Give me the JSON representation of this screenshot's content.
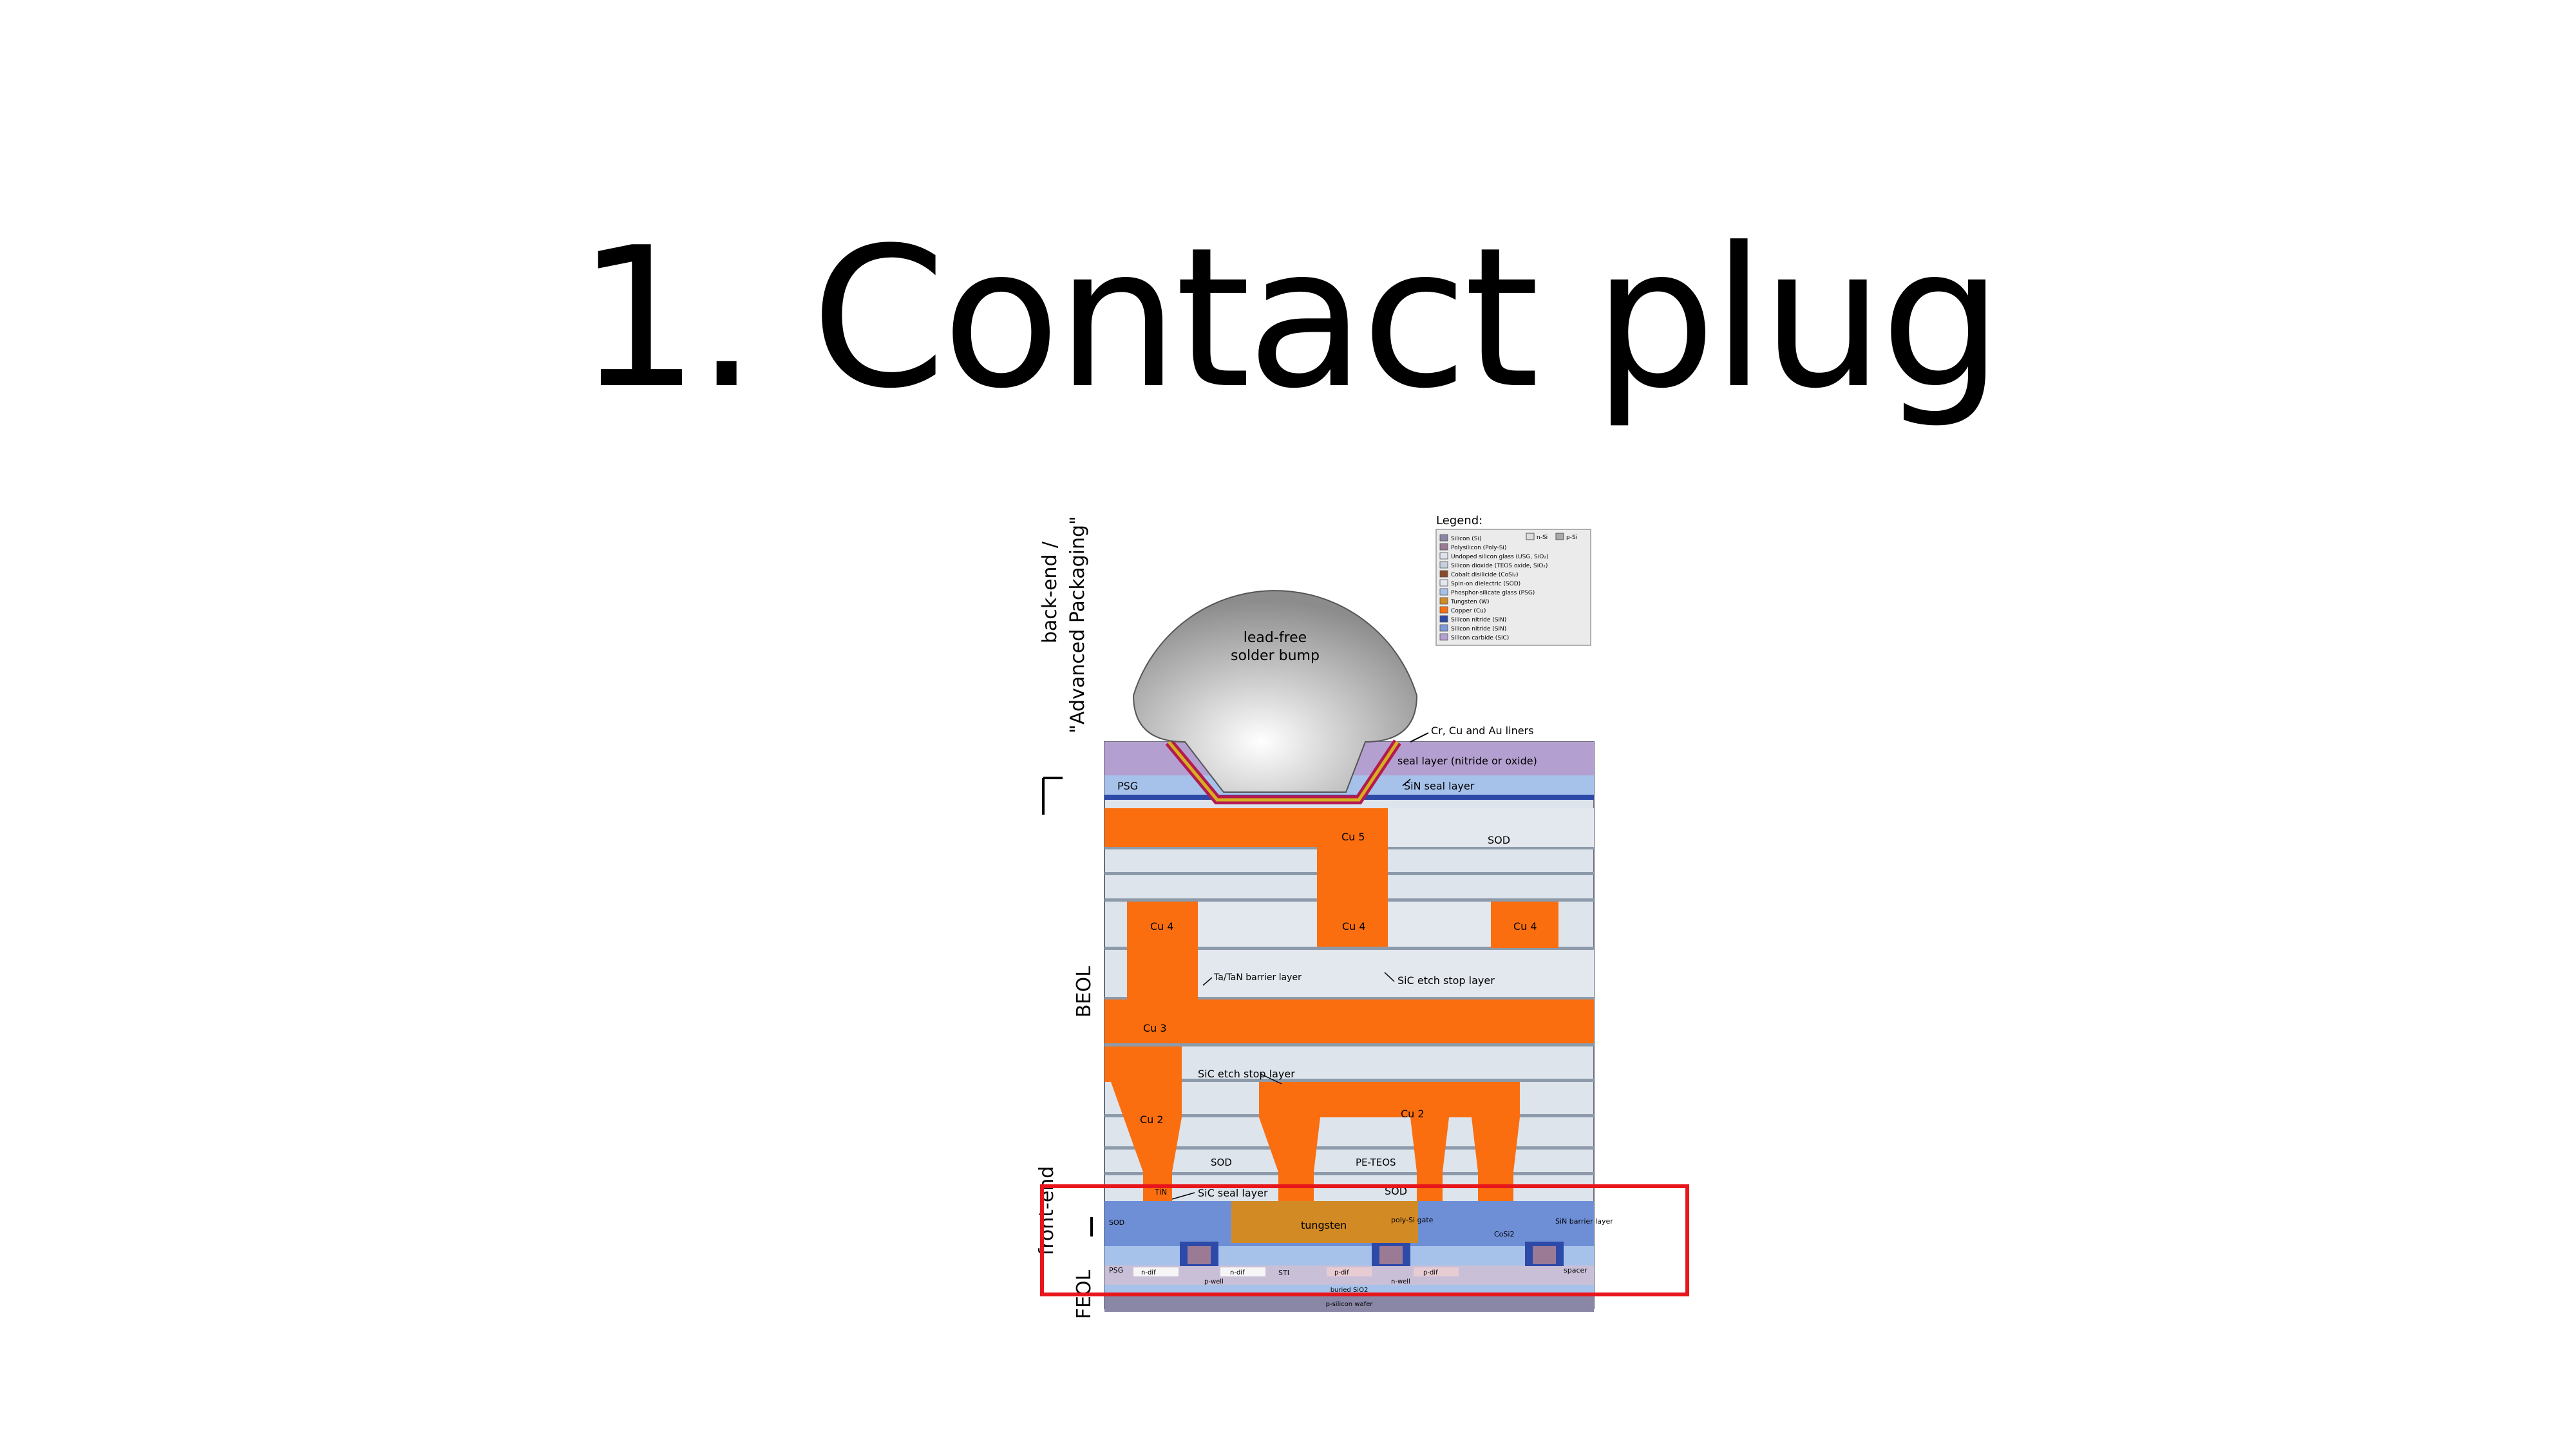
{
  "slide": {
    "title": "1. Contact plug"
  },
  "colors": {
    "accent_box": "#e8161b",
    "copper": "#fa6e10",
    "tungsten": "#d28a24",
    "dielectric": "#dde4ec",
    "sin": "#7e9ad8",
    "silicon": "#8a86a6",
    "seal": "#b4a0d0",
    "bump": "#c8c8c8"
  },
  "diagram": {
    "side_labels": {
      "back_end_1": "back-end /",
      "back_end_2": "\"Advanced Packaging\"",
      "beol": "BEOL",
      "front_end": "front-end",
      "feol": "FEOL"
    },
    "bump": {
      "line1": "lead-free",
      "line2": "solder bump"
    },
    "liners": "Cr, Cu and Au liners",
    "seal_layer": "seal layer (nitride or oxide)",
    "psg": "PSG",
    "sin_seal": "SiN seal layer",
    "cu5": "Cu 5",
    "sod_top": "SOD",
    "cu4_labels": [
      "Cu 4",
      "Cu 4",
      "Cu 4"
    ],
    "tatan": "Ta/TaN barrier layer",
    "sic_etch_1": "SiC etch stop layer",
    "cu3": "Cu 3",
    "sic_etch_2": "SiC etch stop layer",
    "cu2_labels": [
      "Cu 2",
      "Cu 2"
    ],
    "sod_mid": "SOD",
    "peteos": "PE-TEOS",
    "sic_seal": "SiC seal layer",
    "sod_low": "SOD",
    "tungsten": "tungsten",
    "tin": "TiN",
    "poly_si_gate": "poly-Si gate",
    "sin_barrier": "SiN barrier layer",
    "sod_fe": "SOD",
    "psg_fe": "PSG",
    "cosi2": "CoSi2",
    "spacer": "spacer",
    "sti": "STI",
    "pwell": "p-well",
    "nwell": "n-well",
    "ndiff": [
      "n-dif",
      "n-dif"
    ],
    "pdiff": [
      "p-dif",
      "p-dif"
    ],
    "buried_sio2": "buried SiO2",
    "psilicon": "p-silicon wafer"
  },
  "legend": {
    "title": "Legend:",
    "ntype": "n-Si",
    "ptype": "p-Si",
    "items": [
      {
        "label": "Silicon (Si)",
        "color": "#8a86a6"
      },
      {
        "label": "Polysilicon (Poly-Si)",
        "color": "#9b7a96"
      },
      {
        "label": "Undoped silicon glass (USG, SiO₂)",
        "color": "#dde4ec"
      },
      {
        "label": "Silicon dioxide (TEOS oxide, SiO₂)",
        "color": "#c6d0dc"
      },
      {
        "label": "Cobalt disilicide (CoSi₂)",
        "color": "#8a4a2a"
      },
      {
        "label": "Spin-on dielectric (SOD)",
        "color": "#e3e8ee"
      },
      {
        "label": "Phosphor-silicate glass (PSG)",
        "color": "#a6c2ea"
      },
      {
        "label": "Tungsten (W)",
        "color": "#d28a24"
      },
      {
        "label": "Copper (Cu)",
        "color": "#fa6e10"
      },
      {
        "label": "Silicon nitride (SiN)",
        "color": "#2e4aa8"
      },
      {
        "label": "Silicon nitride (SiN)",
        "color": "#7e9ad8"
      },
      {
        "label": "Silicon carbide (SiC)",
        "color": "#b4a0d0"
      }
    ]
  }
}
